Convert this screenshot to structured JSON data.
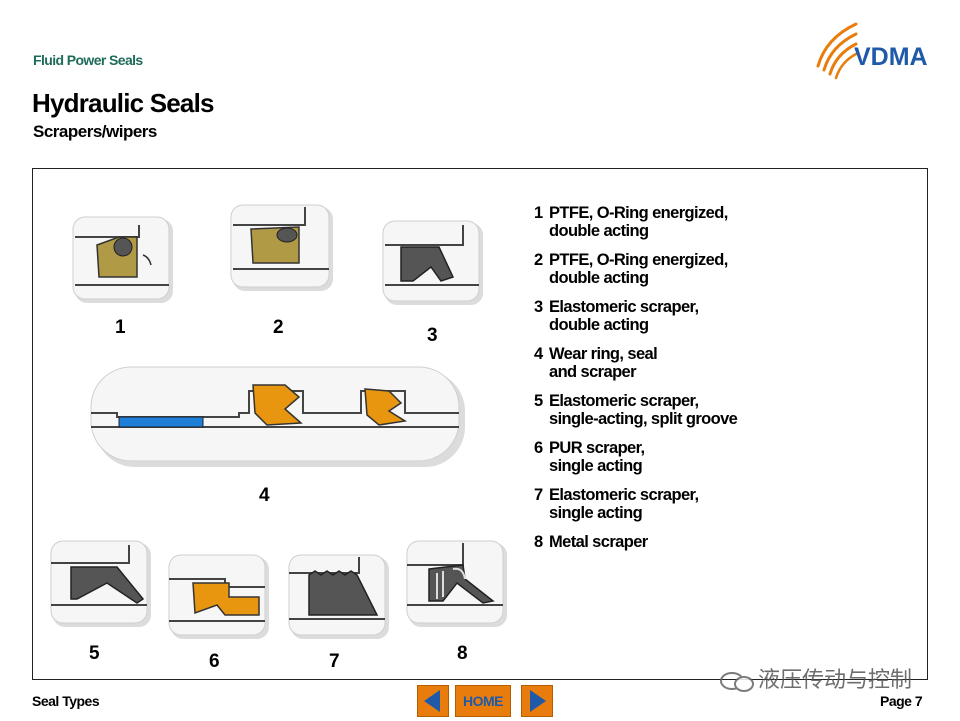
{
  "header": {
    "kicker": "Fluid Power Seals",
    "title": "Hydraulic Seals",
    "subtitle": "Scrapers/wipers",
    "logo_text": "VDMA"
  },
  "figures": [
    {
      "number": "1",
      "icon": "ptfe-oring-scraper-figure"
    },
    {
      "number": "2",
      "icon": "ptfe-oring-scraper-figure"
    },
    {
      "number": "3",
      "icon": "elastomeric-scraper-figure"
    },
    {
      "number": "4",
      "icon": "wear-ring-seal-scraper-figure"
    },
    {
      "number": "5",
      "icon": "elastomeric-split-groove-figure"
    },
    {
      "number": "6",
      "icon": "pur-scraper-figure"
    },
    {
      "number": "7",
      "icon": "elastomeric-single-figure"
    },
    {
      "number": "8",
      "icon": "metal-scraper-figure"
    }
  ],
  "legend": [
    {
      "n": "1",
      "line1": "PTFE, O-Ring energized,",
      "line2": "double acting"
    },
    {
      "n": "2",
      "line1": "PTFE, O-Ring energized,",
      "line2": "double acting"
    },
    {
      "n": "3",
      "line1": "Elastomeric scraper,",
      "line2": "double acting"
    },
    {
      "n": "4",
      "line1": "Wear ring, seal",
      "line2": "and scraper"
    },
    {
      "n": "5",
      "line1": "Elastomeric scraper,",
      "line2": "single-acting, split groove"
    },
    {
      "n": "6",
      "line1": "PUR scraper,",
      "line2": "single acting"
    },
    {
      "n": "7",
      "line1": "Elastomeric scraper,",
      "line2": "single acting"
    },
    {
      "n": "8",
      "line1": "Metal scraper",
      "line2": ""
    }
  ],
  "footer": {
    "left": "Seal Types",
    "home_label": "HOME",
    "page": "Page 7"
  },
  "watermark": "液压传动与控制",
  "colors": {
    "accent": "#e87d0e",
    "kicker": "#1f6b5a",
    "logo_blue": "#1e5aa8",
    "seal_olive": "#b09a45",
    "seal_orange": "#e8960f",
    "seal_gray": "#555555",
    "wear_ring_blue": "#1e7fd8"
  }
}
